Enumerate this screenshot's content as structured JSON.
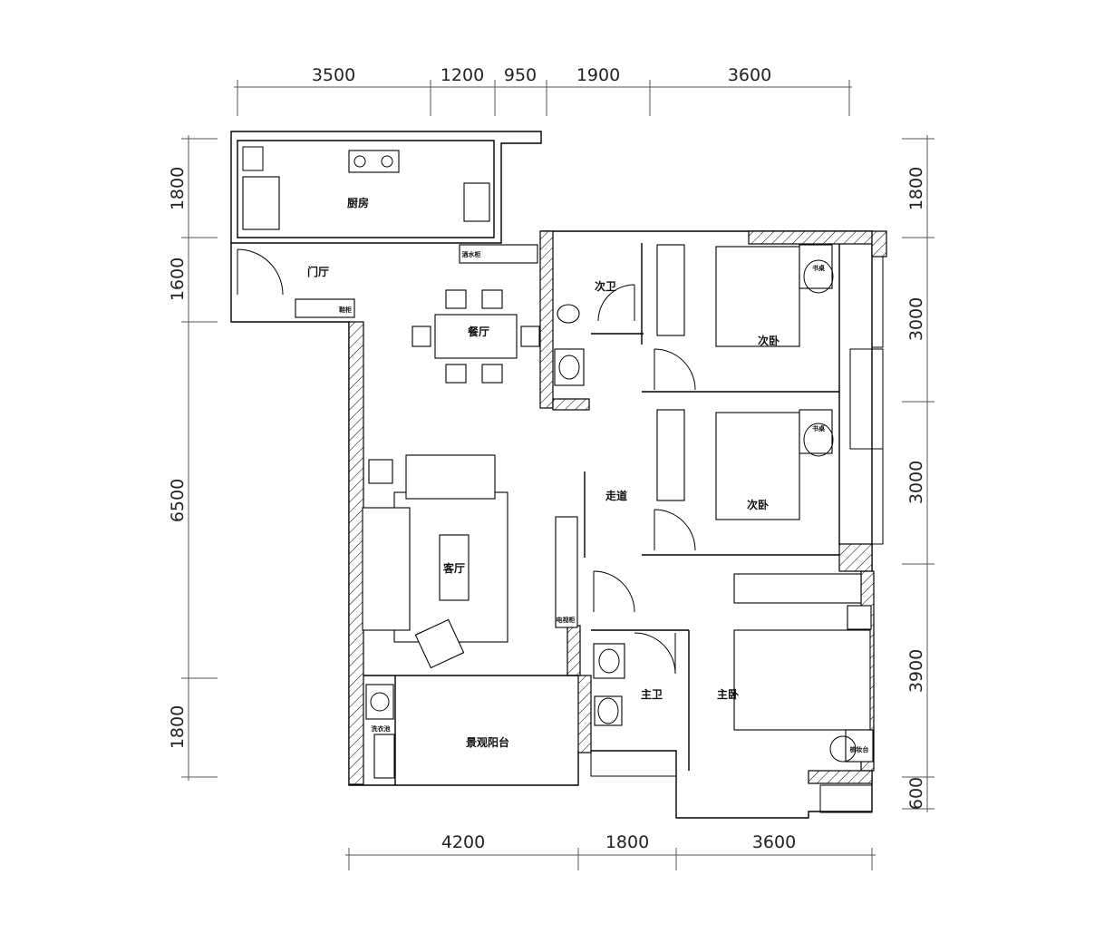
{
  "dimensions": {
    "top": [
      "3500",
      "1200",
      "950",
      "1900",
      "3600"
    ],
    "bottom": [
      "4200",
      "1800",
      "3600"
    ],
    "left": [
      "1800",
      "1600",
      "6500",
      "1800"
    ],
    "right": [
      "1800",
      "3000",
      "3000",
      "3900",
      "600"
    ]
  },
  "rooms": {
    "kitchen": "厨房",
    "foyer": "门厅",
    "dining": "餐厅",
    "second_bath": "次卫",
    "bedroom2a": "次卧",
    "bedroom2b": "次卧",
    "corridor": "走道",
    "living": "客厅",
    "master_bath": "主卫",
    "master_bedroom": "主卧",
    "balcony": "景观阳台"
  },
  "furniture": {
    "wine_cabinet": "酒水柜",
    "shoe_cabinet": "鞋柜",
    "desk_a": "书桌",
    "desk_b": "书桌",
    "tv_cabinet": "电视柜",
    "laundry_sink": "洗衣池",
    "dresser": "梳妆台"
  }
}
